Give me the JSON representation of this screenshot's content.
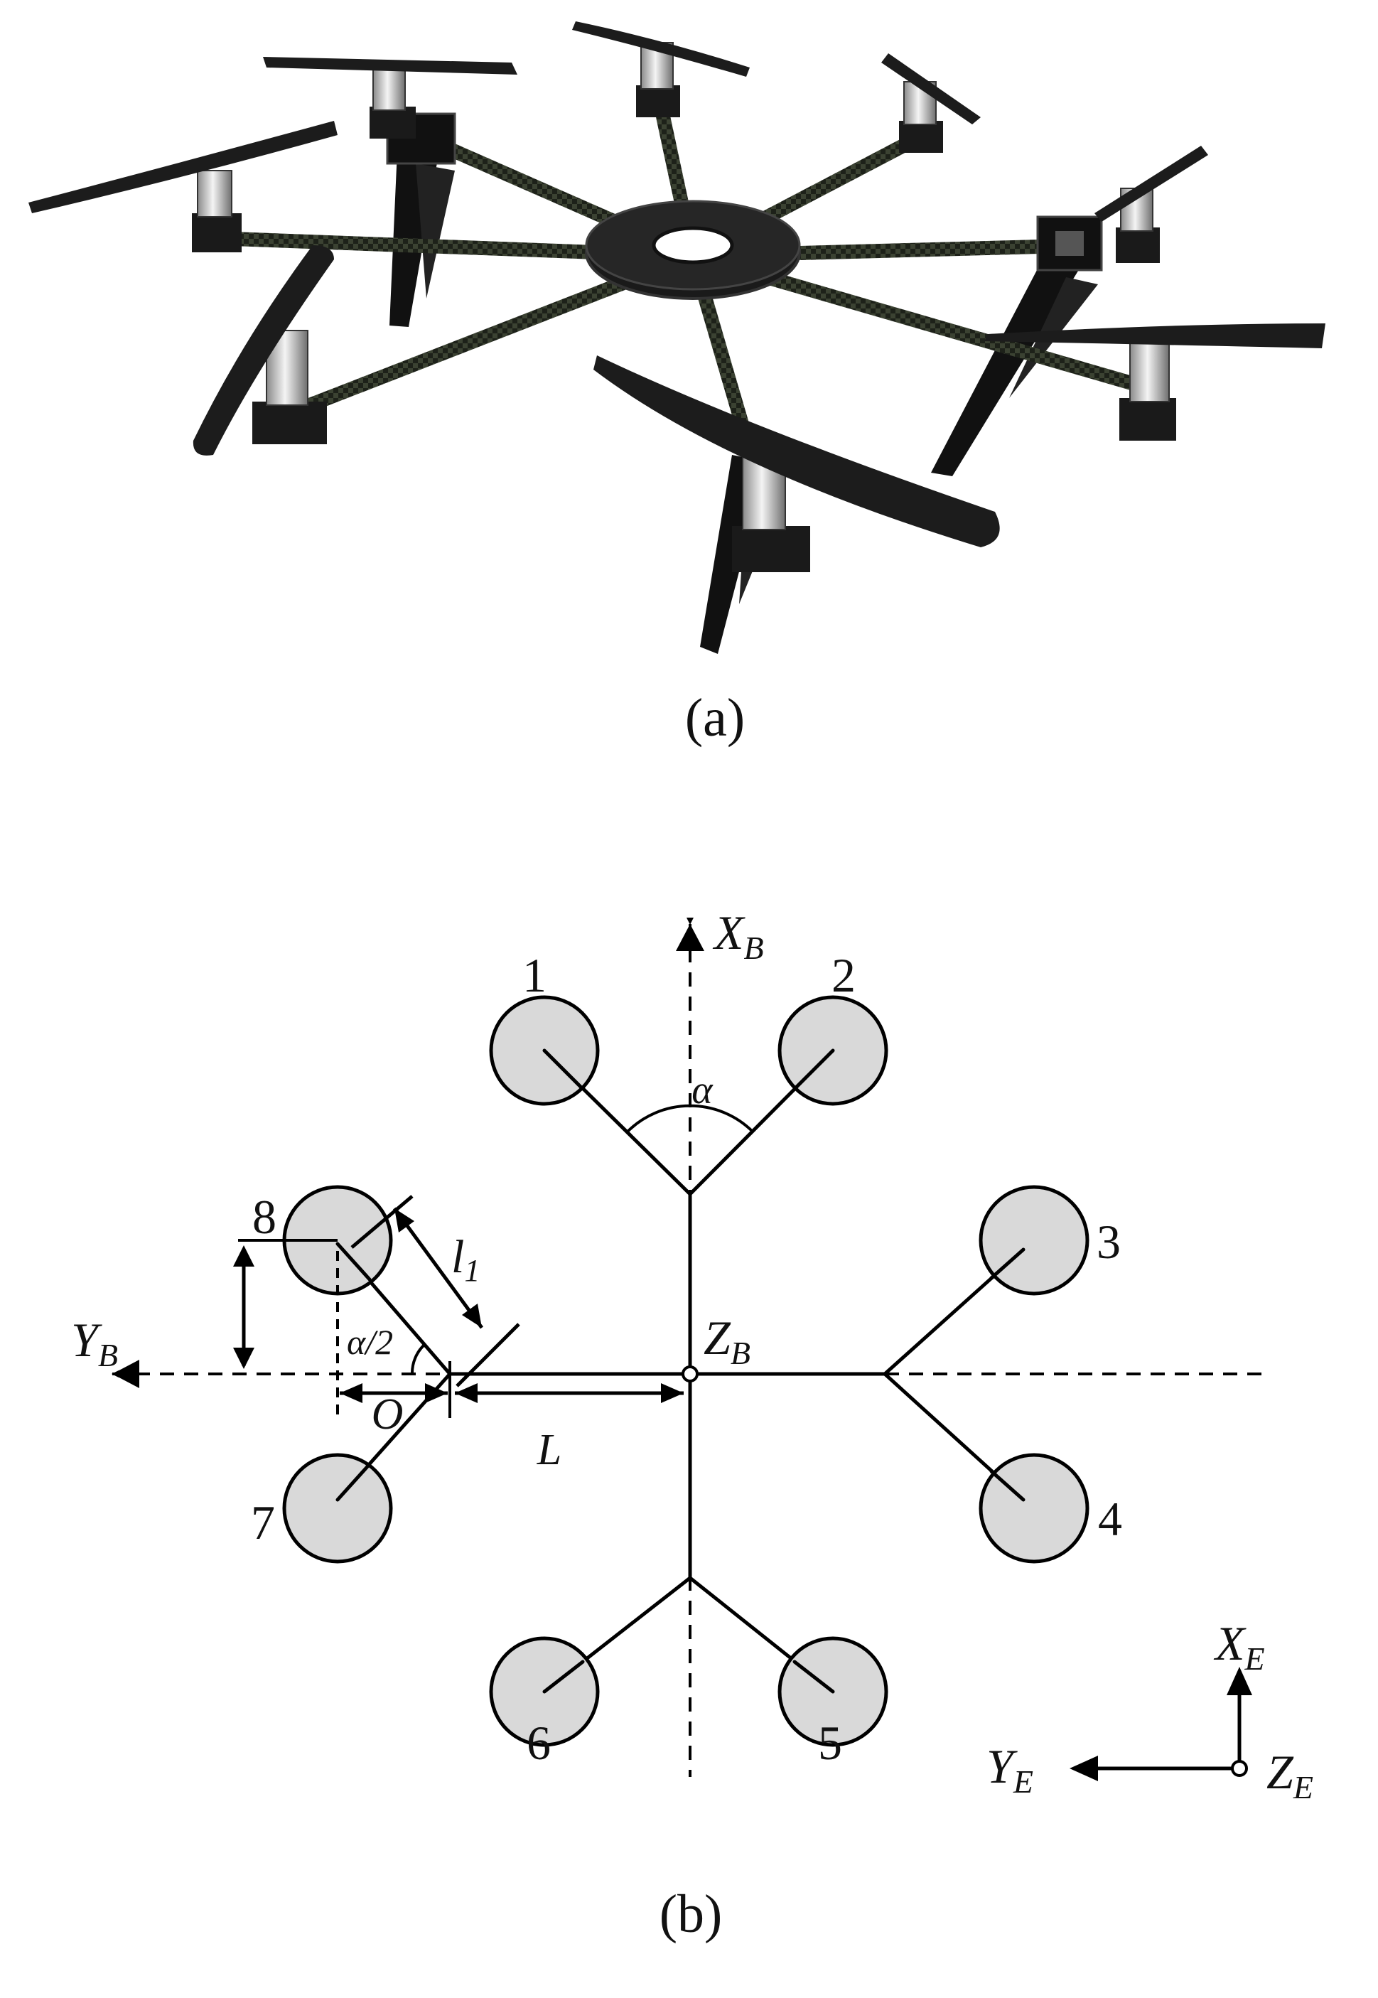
{
  "panel_a": {
    "caption": "(a)"
  },
  "panel_b": {
    "caption": "(b)",
    "body_axes": {
      "x_main": "X",
      "x_sub": "B",
      "y_main": "Y",
      "y_sub": "B",
      "z_main": "Z",
      "z_sub": "B"
    },
    "earth_axes": {
      "x_main": "X",
      "x_sub": "E",
      "y_main": "Y",
      "y_sub": "E",
      "z_main": "Z",
      "z_sub": "E"
    },
    "rotor_labels": [
      "1",
      "2",
      "3",
      "4",
      "5",
      "6",
      "7",
      "8"
    ],
    "dimensions": {
      "alpha": "α",
      "half_alpha": "α/2",
      "arm_length_main": "l",
      "arm_length_sub": "1",
      "offset": "O",
      "boom": "L"
    }
  },
  "colors": {
    "rotor_fill": "#d9d9d9",
    "line": "#000000",
    "carbon": "#2a2f24",
    "propeller": "#1c1c1c"
  }
}
